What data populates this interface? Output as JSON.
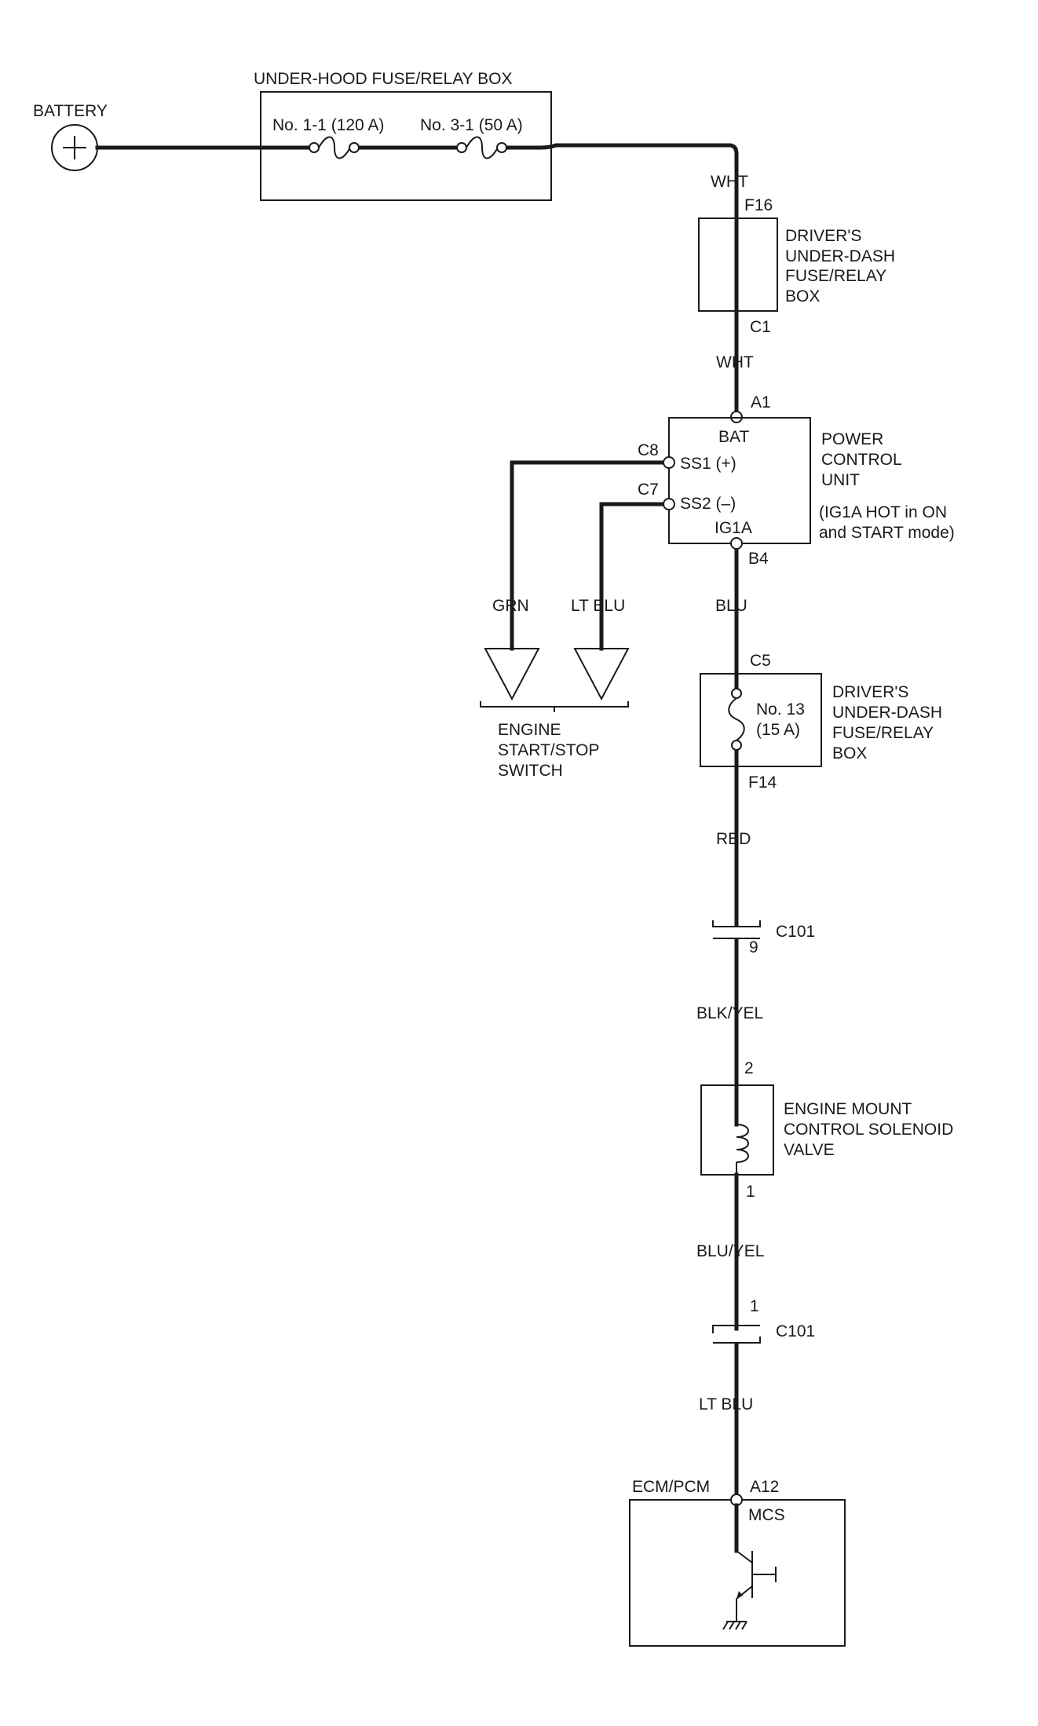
{
  "components": {
    "battery": "BATTERY",
    "under_hood_box": "UNDER-HOOD FUSE/RELAY BOX",
    "fuse_1_1": "No. 1-1 (120 A)",
    "fuse_3_1": "No. 3-1 (50 A)",
    "driver_box_1": [
      "DRIVER'S",
      "UNDER-DASH",
      "FUSE/RELAY",
      "BOX"
    ],
    "pcu": [
      "POWER",
      "CONTROL",
      "UNIT"
    ],
    "pcu_note": [
      "(IG1A HOT in ON",
      "and START mode)"
    ],
    "pcu_pins": {
      "bat": "BAT",
      "ss1": "SS1 (+)",
      "ss2": "SS2 (–)",
      "ig1a": "IG1A"
    },
    "start_stop_switch": [
      "ENGINE",
      "START/STOP",
      "SWITCH"
    ],
    "driver_box_2": [
      "DRIVER'S",
      "UNDER-DASH",
      "FUSE/RELAY",
      "BOX"
    ],
    "fuse_13": [
      "No. 13",
      "(15 A)"
    ],
    "solenoid": [
      "ENGINE MOUNT",
      "CONTROL SOLENOID",
      "VALVE"
    ],
    "ecm": "ECM/PCM",
    "ecm_pin": "MCS"
  },
  "wires": {
    "wht_1": "WHT",
    "wht_2": "WHT",
    "grn": "GRN",
    "lt_blu_switch": "LT BLU",
    "blu": "BLU",
    "red": "RED",
    "blk_yel": "BLK/YEL",
    "blu_yel": "BLU/YEL",
    "lt_blu_ecm": "LT BLU"
  },
  "connectors": {
    "f16": "F16",
    "c1": "C1",
    "a1": "A1",
    "c8": "C8",
    "c7": "C7",
    "b4": "B4",
    "c5": "C5",
    "f14": "F14",
    "c101_a": "C101",
    "c101_a_pin": "9",
    "sol_pin_2": "2",
    "sol_pin_1": "1",
    "c101_b": "C101",
    "c101_b_pin": "1",
    "a12": "A12"
  }
}
